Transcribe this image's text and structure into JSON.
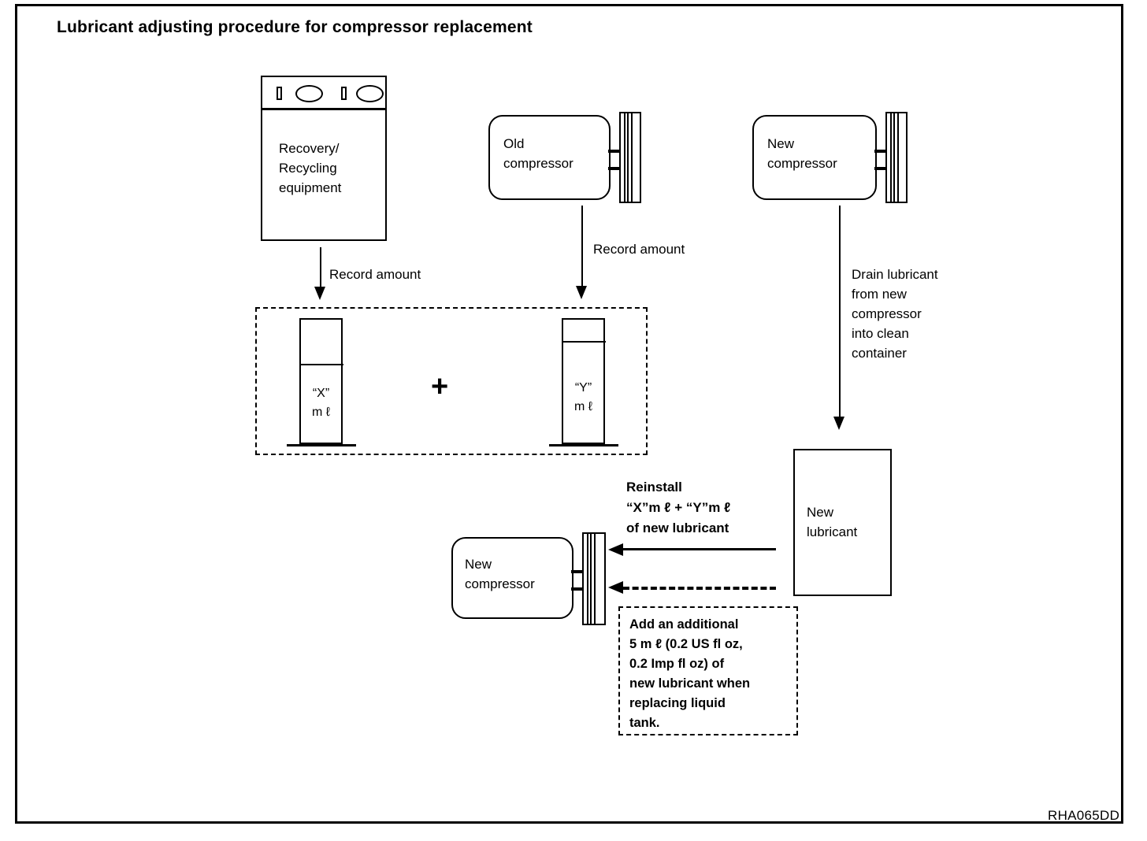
{
  "figure": {
    "title": "Lubricant adjusting procedure for compressor replacement",
    "code": "RHA065DD"
  },
  "nodes": {
    "recovery_equipment": {
      "label": "Recovery/\nRecycling\nequipment"
    },
    "old_compressor": {
      "label": "Old\ncompressor"
    },
    "new_compressor_top": {
      "label": "New\ncompressor"
    },
    "new_compressor_bottom": {
      "label": "New\ncompressor"
    },
    "new_lubricant": {
      "label": "New\nlubricant"
    }
  },
  "cylinders": {
    "x": {
      "label": "“X”\nm ℓ",
      "fill_percent": 65
    },
    "y": {
      "label": "“Y”\nm ℓ",
      "fill_percent": 83
    },
    "operator": "+"
  },
  "edges": {
    "record_amount_left": "Record amount",
    "record_amount_right": "Record amount",
    "drain_lubricant": "Drain lubricant\nfrom new\ncompressor\ninto clean\ncontainer",
    "reinstall": "Reinstall\n“X”m ℓ  +  “Y”m ℓ\nof new lubricant"
  },
  "note": {
    "text": "Add an additional\n5 m ℓ  (0.2 US fl oz,\n0.2 Imp fl oz) of\nnew lubricant when\nreplacing liquid\ntank."
  },
  "colors": {
    "ink": "#000000",
    "paper": "#ffffff"
  }
}
